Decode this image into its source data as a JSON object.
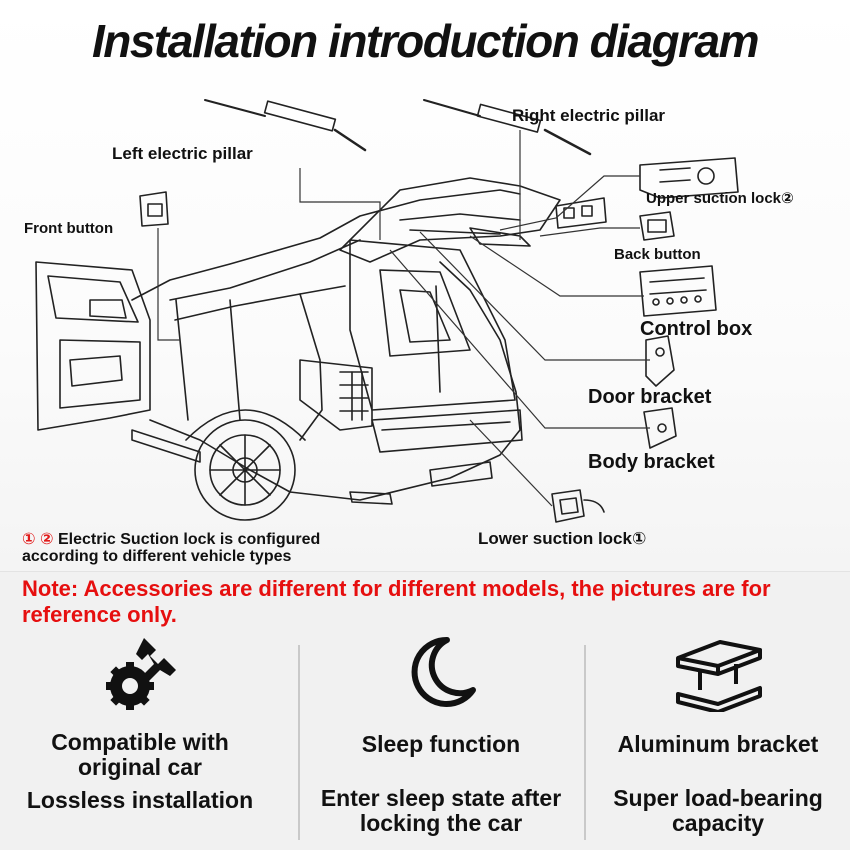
{
  "title": "Installation introduction diagram",
  "labels": {
    "left_pillar": "Left electric pillar",
    "right_pillar": "Right electric pillar",
    "front_button": "Front button",
    "upper_lock": "Upper suction lock②",
    "back_button": "Back button",
    "control_box": "Control box",
    "door_bracket": "Door bracket",
    "body_bracket": "Body bracket",
    "lower_lock": "Lower suction lock①"
  },
  "config_note": {
    "marks": "① ②",
    "line1": "Electric Suction lock is configured",
    "line2": "according to different vehicle types"
  },
  "note": "Note: Accessories are different for different models, the pictures are for reference only.",
  "features": [
    {
      "icon": "wrench-gear-icon",
      "title": "Compatible with original car",
      "desc": "Lossless installation"
    },
    {
      "icon": "moon-icon",
      "title": "Sleep function",
      "desc": "Enter sleep state after locking the car"
    },
    {
      "icon": "aluminum-beam-icon",
      "title": "Aluminum bracket",
      "desc": "Super load-bearing capacity"
    }
  ]
}
